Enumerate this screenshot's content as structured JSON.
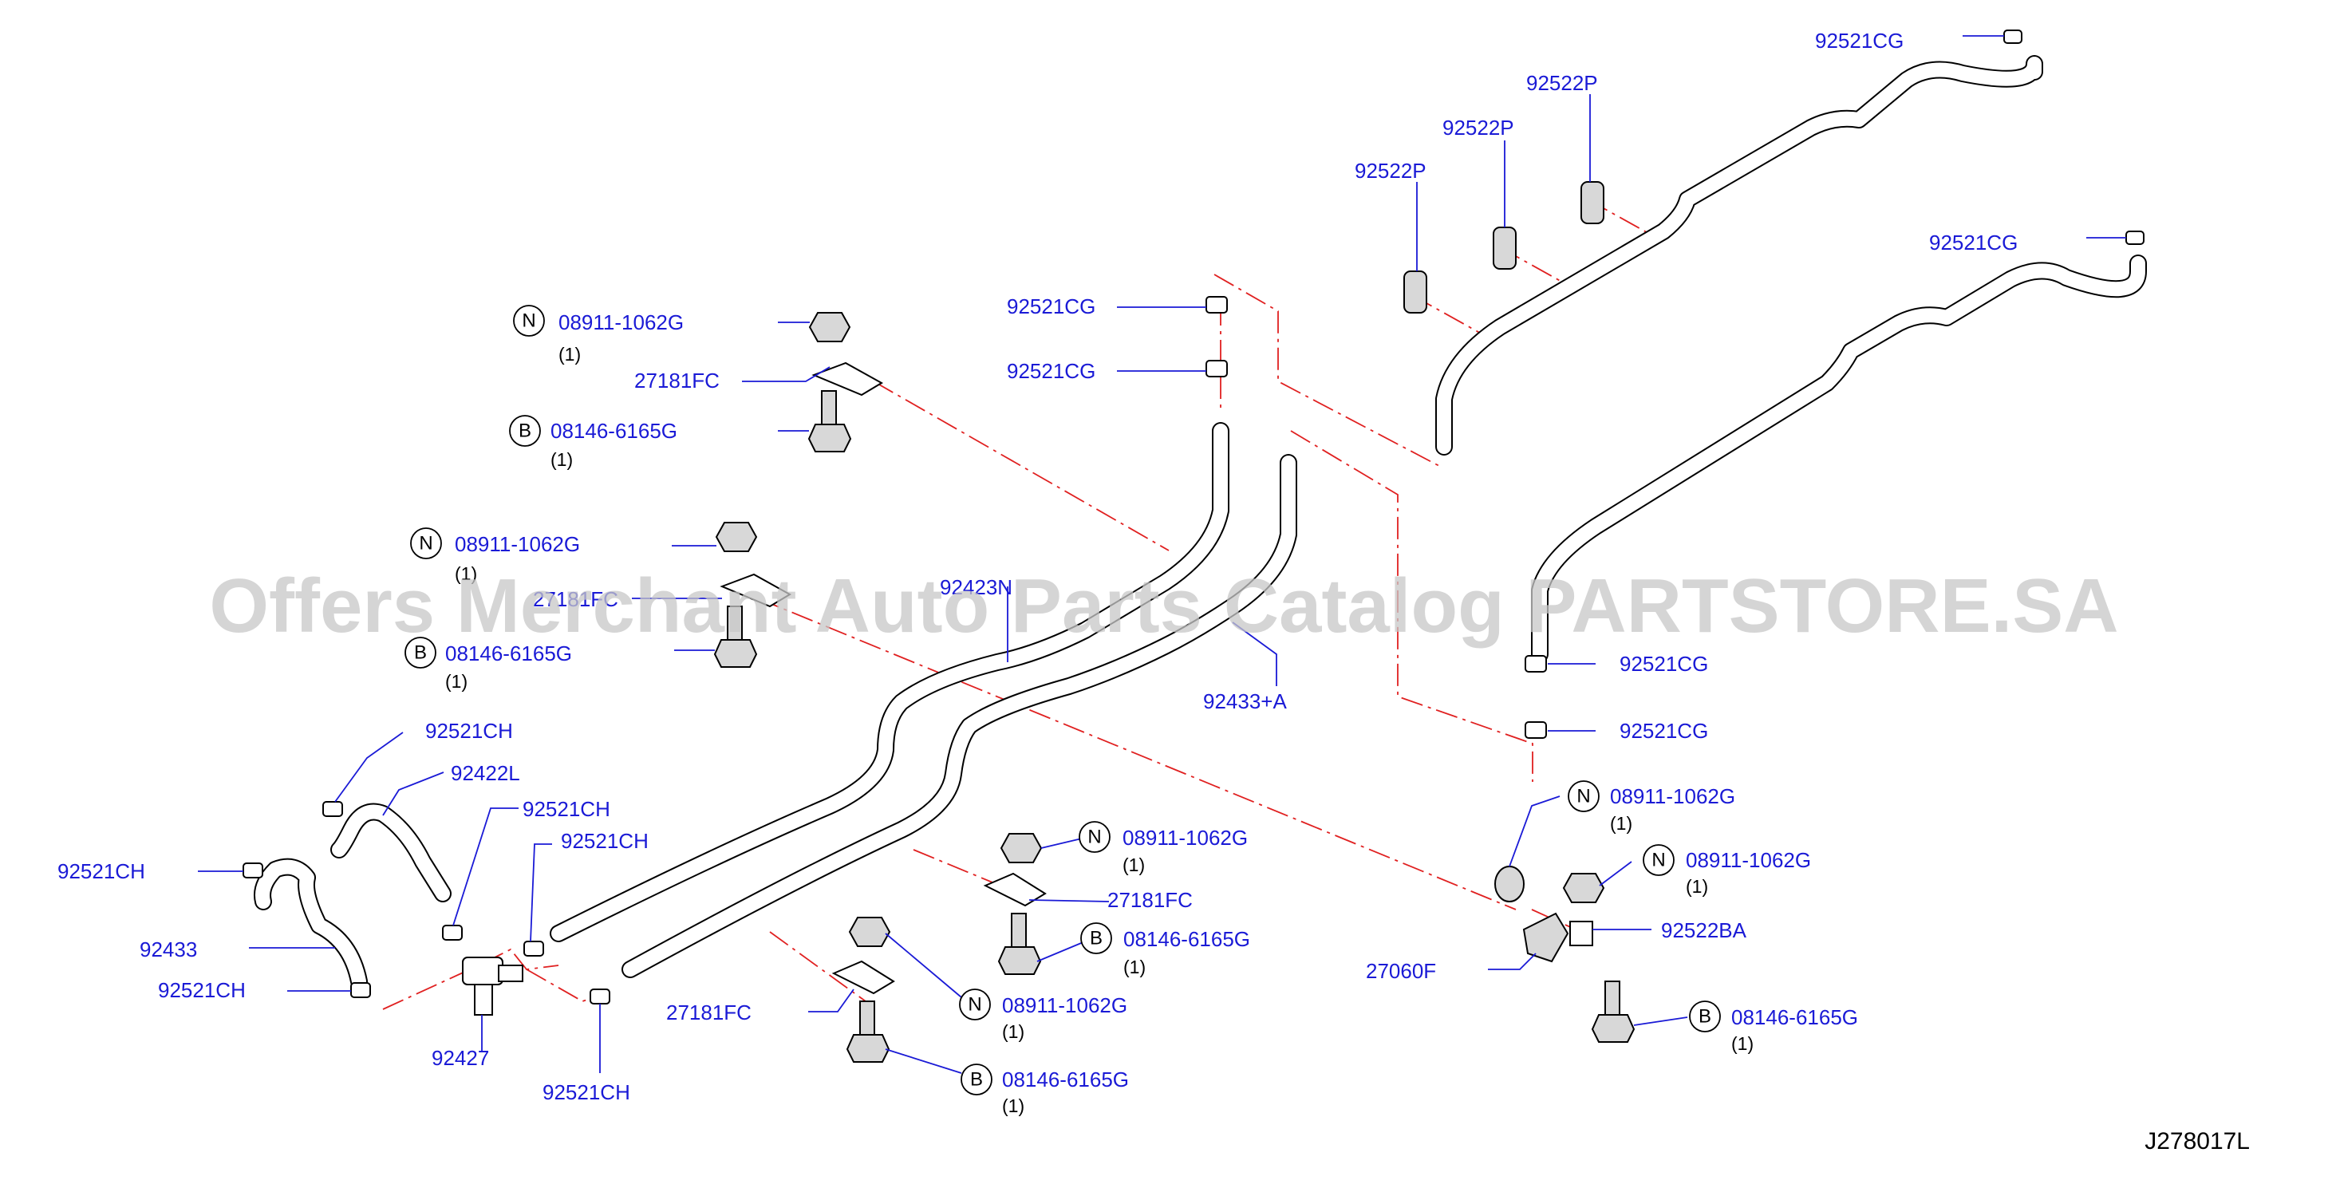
{
  "watermark": "Offers Merchant Auto Parts Catalog PARTSTORE.SA",
  "diagram_code": "J278017L",
  "labels": {
    "l_92521cg_top": "92521CG",
    "l_92522p_1": "92522P",
    "l_92522p_2": "92522P",
    "l_92522p_3": "92522P",
    "l_92521cg_right": "92521CG",
    "l_08911_a": "08911-1062G",
    "q_08911_a": "(1)",
    "l_27181fc_a": "27181FC",
    "l_08146_a": "08146-6165G",
    "q_08146_a": "(1)",
    "l_92521cg_c1": "92521CG",
    "l_92521cg_c2": "92521CG",
    "l_08911_b": "08911-1062G",
    "q_08911_b": "(1)",
    "l_27181fc_b": "27181FC",
    "l_08146_b": "08146-6165G",
    "q_08146_b": "(1)",
    "l_92423n": "92423N",
    "l_92433a": "92433+A",
    "l_92521cg_r1": "92521CG",
    "l_92521cg_r2": "92521CG",
    "l_92521ch_1": "92521CH",
    "l_92422l": "92422L",
    "l_92521ch_2": "92521CH",
    "l_92521ch_3": "92521CH",
    "l_92521ch_4": "92521CH",
    "l_92433": "92433",
    "l_92521ch_5": "92521CH",
    "l_92427": "92427",
    "l_92521ch_6": "92521CH",
    "l_08911_c": "08911-1062G",
    "q_08911_c": "(1)",
    "l_27181fc_c": "27181FC",
    "l_08146_c": "08146-6165G",
    "q_08146_c": "(1)",
    "l_27181fc_d": "27181FC",
    "l_08911_d": "08911-1062G",
    "q_08911_d": "(1)",
    "l_08146_d": "08146-6165G",
    "q_08146_d": "(1)",
    "l_08911_e": "08911-1062G",
    "q_08911_e": "(1)",
    "l_08911_f": "08911-1062G",
    "q_08911_f": "(1)",
    "l_92522ba": "92522BA",
    "l_27060f": "27060F",
    "l_08146_e": "08146-6165G",
    "q_08146_e": "(1)"
  },
  "badges": {
    "nut": "N",
    "bolt": "B"
  },
  "colors": {
    "part_number": "#1a1ad6",
    "dash_line": "#e02020",
    "watermark": "#c8c8c8"
  }
}
